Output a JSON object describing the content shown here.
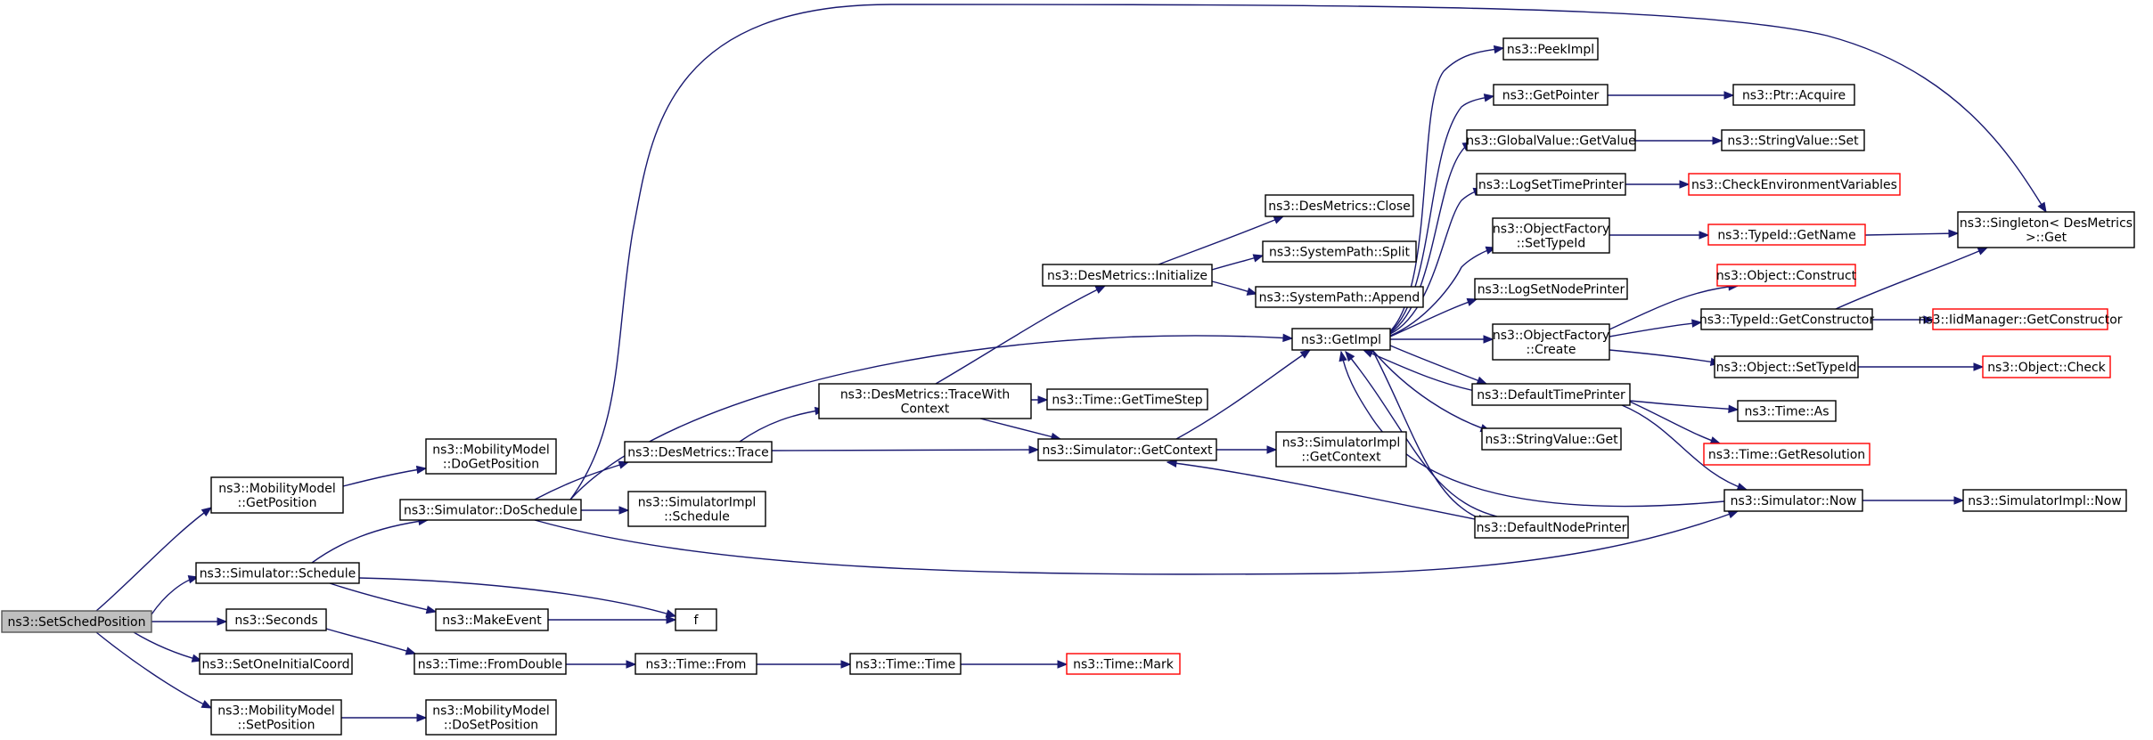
{
  "graph": {
    "colors": {
      "edge": "#191970",
      "node_border": "#000000",
      "external_border": "#ff0000",
      "root_fill": "#bfbfbf"
    },
    "nodes": [
      {
        "id": "root",
        "lines": [
          "ns3::SetSchedPosition"
        ],
        "kind": "root"
      },
      {
        "id": "mmGetPos",
        "lines": [
          "ns3::MobilityModel",
          "::GetPosition"
        ]
      },
      {
        "id": "simSchedule",
        "lines": [
          "ns3::Simulator::Schedule"
        ]
      },
      {
        "id": "seconds",
        "lines": [
          "ns3::Seconds"
        ]
      },
      {
        "id": "setOneInit",
        "lines": [
          "ns3::SetOneInitialCoord"
        ]
      },
      {
        "id": "mmSetPos",
        "lines": [
          "ns3::MobilityModel",
          "::SetPosition"
        ]
      },
      {
        "id": "mmDoGetPos",
        "lines": [
          "ns3::MobilityModel",
          "::DoGetPosition"
        ]
      },
      {
        "id": "simDoSchedule",
        "lines": [
          "ns3::Simulator::DoSchedule"
        ]
      },
      {
        "id": "makeEvent",
        "lines": [
          "ns3::MakeEvent"
        ]
      },
      {
        "id": "f",
        "lines": [
          "f"
        ]
      },
      {
        "id": "timeFromDouble",
        "lines": [
          "ns3::Time::FromDouble"
        ]
      },
      {
        "id": "mmDoSetPos",
        "lines": [
          "ns3::MobilityModel",
          "::DoSetPosition"
        ]
      },
      {
        "id": "desTrace",
        "lines": [
          "ns3::DesMetrics::Trace"
        ]
      },
      {
        "id": "simImplSchedule",
        "lines": [
          "ns3::SimulatorImpl",
          "::Schedule"
        ]
      },
      {
        "id": "timeFrom",
        "lines": [
          "ns3::Time::From"
        ]
      },
      {
        "id": "timeTime",
        "lines": [
          "ns3::Time::Time"
        ]
      },
      {
        "id": "timeMark",
        "lines": [
          "ns3::Time::Mark"
        ],
        "kind": "external"
      },
      {
        "id": "desTraceCtx",
        "lines": [
          "ns3::DesMetrics::TraceWith",
          "Context"
        ]
      },
      {
        "id": "desInit",
        "lines": [
          "ns3::DesMetrics::Initialize"
        ]
      },
      {
        "id": "timeStep",
        "lines": [
          "ns3::Time::GetTimeStep"
        ]
      },
      {
        "id": "simGetCtx",
        "lines": [
          "ns3::Simulator::GetContext"
        ]
      },
      {
        "id": "desClose",
        "lines": [
          "ns3::DesMetrics::Close"
        ]
      },
      {
        "id": "pathSplit",
        "lines": [
          "ns3::SystemPath::Split"
        ]
      },
      {
        "id": "pathAppend",
        "lines": [
          "ns3::SystemPath::Append"
        ]
      },
      {
        "id": "simImplGetCtx",
        "lines": [
          "ns3::SimulatorImpl",
          "::GetContext"
        ]
      },
      {
        "id": "getImpl",
        "lines": [
          "ns3::GetImpl"
        ]
      },
      {
        "id": "peekImpl",
        "lines": [
          "ns3::PeekImpl"
        ]
      },
      {
        "id": "getPointer",
        "lines": [
          "ns3::GetPointer"
        ]
      },
      {
        "id": "gvGetValue",
        "lines": [
          "ns3::GlobalValue::GetValue"
        ]
      },
      {
        "id": "logSetTime",
        "lines": [
          "ns3::LogSetTimePrinter"
        ]
      },
      {
        "id": "ofSetTypeId",
        "lines": [
          "ns3::ObjectFactory",
          "::SetTypeId"
        ]
      },
      {
        "id": "logSetNode",
        "lines": [
          "ns3::LogSetNodePrinter"
        ]
      },
      {
        "id": "ofCreate",
        "lines": [
          "ns3::ObjectFactory",
          "::Create"
        ]
      },
      {
        "id": "defTimePrinter",
        "lines": [
          "ns3::DefaultTimePrinter"
        ]
      },
      {
        "id": "strValGet",
        "lines": [
          "ns3::StringValue::Get"
        ]
      },
      {
        "id": "defNodePrinter",
        "lines": [
          "ns3::DefaultNodePrinter"
        ]
      },
      {
        "id": "simNow",
        "lines": [
          "ns3::Simulator::Now"
        ]
      },
      {
        "id": "ptrAcquire",
        "lines": [
          "ns3::Ptr::Acquire"
        ]
      },
      {
        "id": "strValSet",
        "lines": [
          "ns3::StringValue::Set"
        ]
      },
      {
        "id": "checkEnv",
        "lines": [
          "ns3::CheckEnvironmentVariables"
        ],
        "kind": "external"
      },
      {
        "id": "typeIdGetName",
        "lines": [
          "ns3::TypeId::GetName"
        ],
        "kind": "external"
      },
      {
        "id": "objConstruct",
        "lines": [
          "ns3::Object::Construct"
        ],
        "kind": "external"
      },
      {
        "id": "typeIdGetCtor",
        "lines": [
          "ns3::TypeId::GetConstructor"
        ]
      },
      {
        "id": "objSetTypeId",
        "lines": [
          "ns3::Object::SetTypeId"
        ]
      },
      {
        "id": "timeAs",
        "lines": [
          "ns3::Time::As"
        ]
      },
      {
        "id": "timeGetRes",
        "lines": [
          "ns3::Time::GetResolution"
        ],
        "kind": "external"
      },
      {
        "id": "simImplNow",
        "lines": [
          "ns3::SimulatorImpl::Now"
        ]
      },
      {
        "id": "singletonGet",
        "lines": [
          "ns3::Singleton< DesMetrics",
          " >::Get"
        ]
      },
      {
        "id": "iidGetCtor",
        "lines": [
          "ns3::IidManager::GetConstructor"
        ],
        "kind": "external"
      },
      {
        "id": "objCheck",
        "lines": [
          "ns3::Object::Check"
        ],
        "kind": "external"
      }
    ]
  }
}
